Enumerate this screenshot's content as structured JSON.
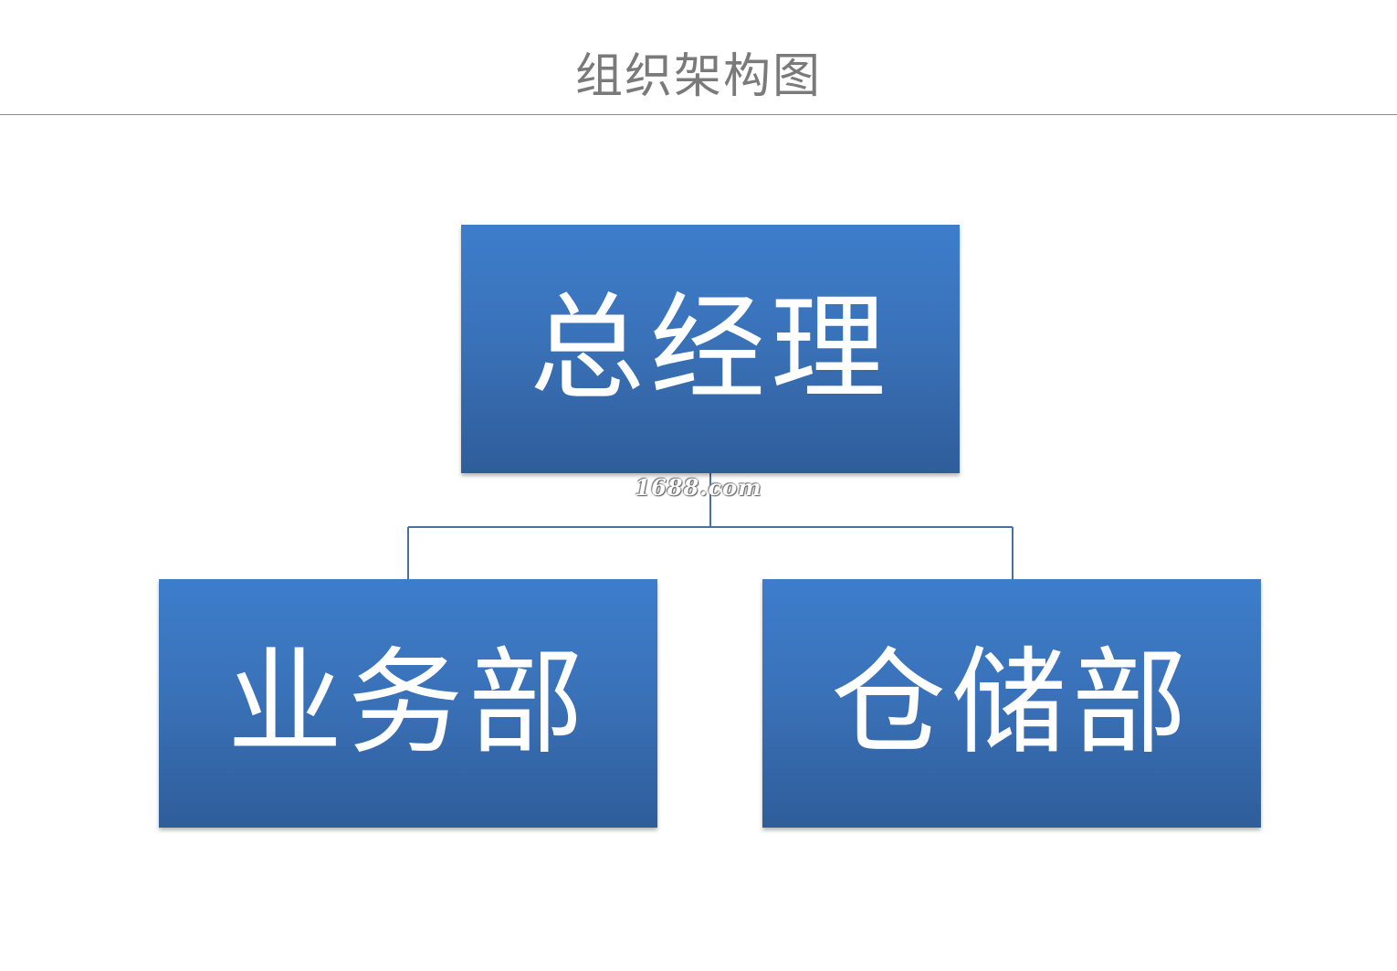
{
  "title": "组织架构图",
  "org_chart": {
    "root": {
      "label": "总经理"
    },
    "children": [
      {
        "label": "业务部"
      },
      {
        "label": "仓储部"
      }
    ]
  },
  "watermark": "1688.com",
  "colors": {
    "box_top": "#3d7dcb",
    "box_bottom": "#2f5d9a",
    "box_text": "#ffffff",
    "connector": "#4a6fa5",
    "title_text": "#7a7a7a",
    "title_rule": "#8c8c8c",
    "background": "#ffffff"
  }
}
